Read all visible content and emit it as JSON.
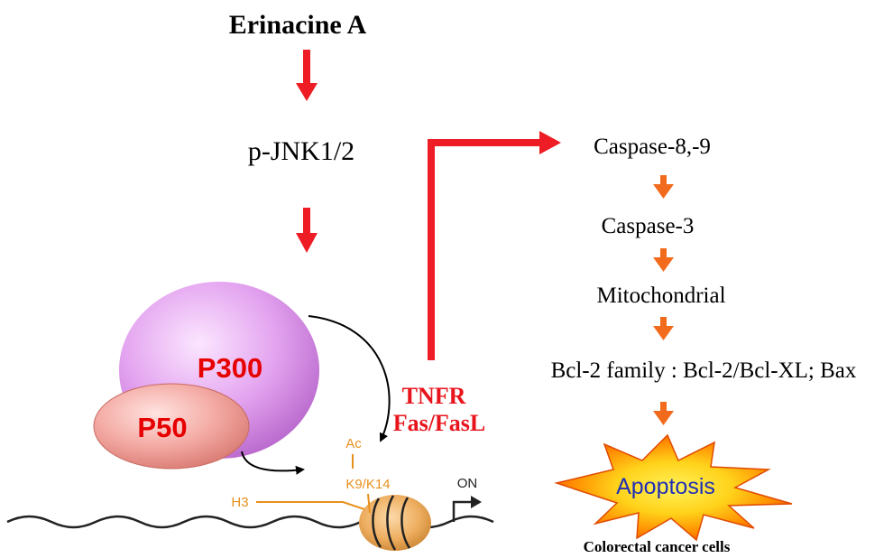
{
  "diagram": {
    "drug": "Erinacine A",
    "kinase": "p-JNK1/2",
    "proteins": {
      "p300": "P300",
      "p50": "P50"
    },
    "receptor": {
      "line1": "TNFR",
      "line2": "Fas/FasL"
    },
    "histone": {
      "acetyl": "Ac",
      "residues": "K9/K14",
      "histone": "H3",
      "promoter_state": "ON"
    },
    "cascade": [
      "Caspase-8,-9",
      "Caspase-3",
      "Mitochondrial",
      "Bcl-2 family : Bcl-2/Bcl-XL; Bax"
    ],
    "outcome": "Apoptosis",
    "cell_type": "Colorectal cancer cells"
  },
  "colors": {
    "red_arrow": "#ee1c24",
    "orange_arrow": "#f26b1d",
    "histone_label": "#e8901e",
    "apoptosis_text": "#1f2eb8",
    "p300_fill": "#d98fe8",
    "p50_fill": "#f0a5a0"
  }
}
